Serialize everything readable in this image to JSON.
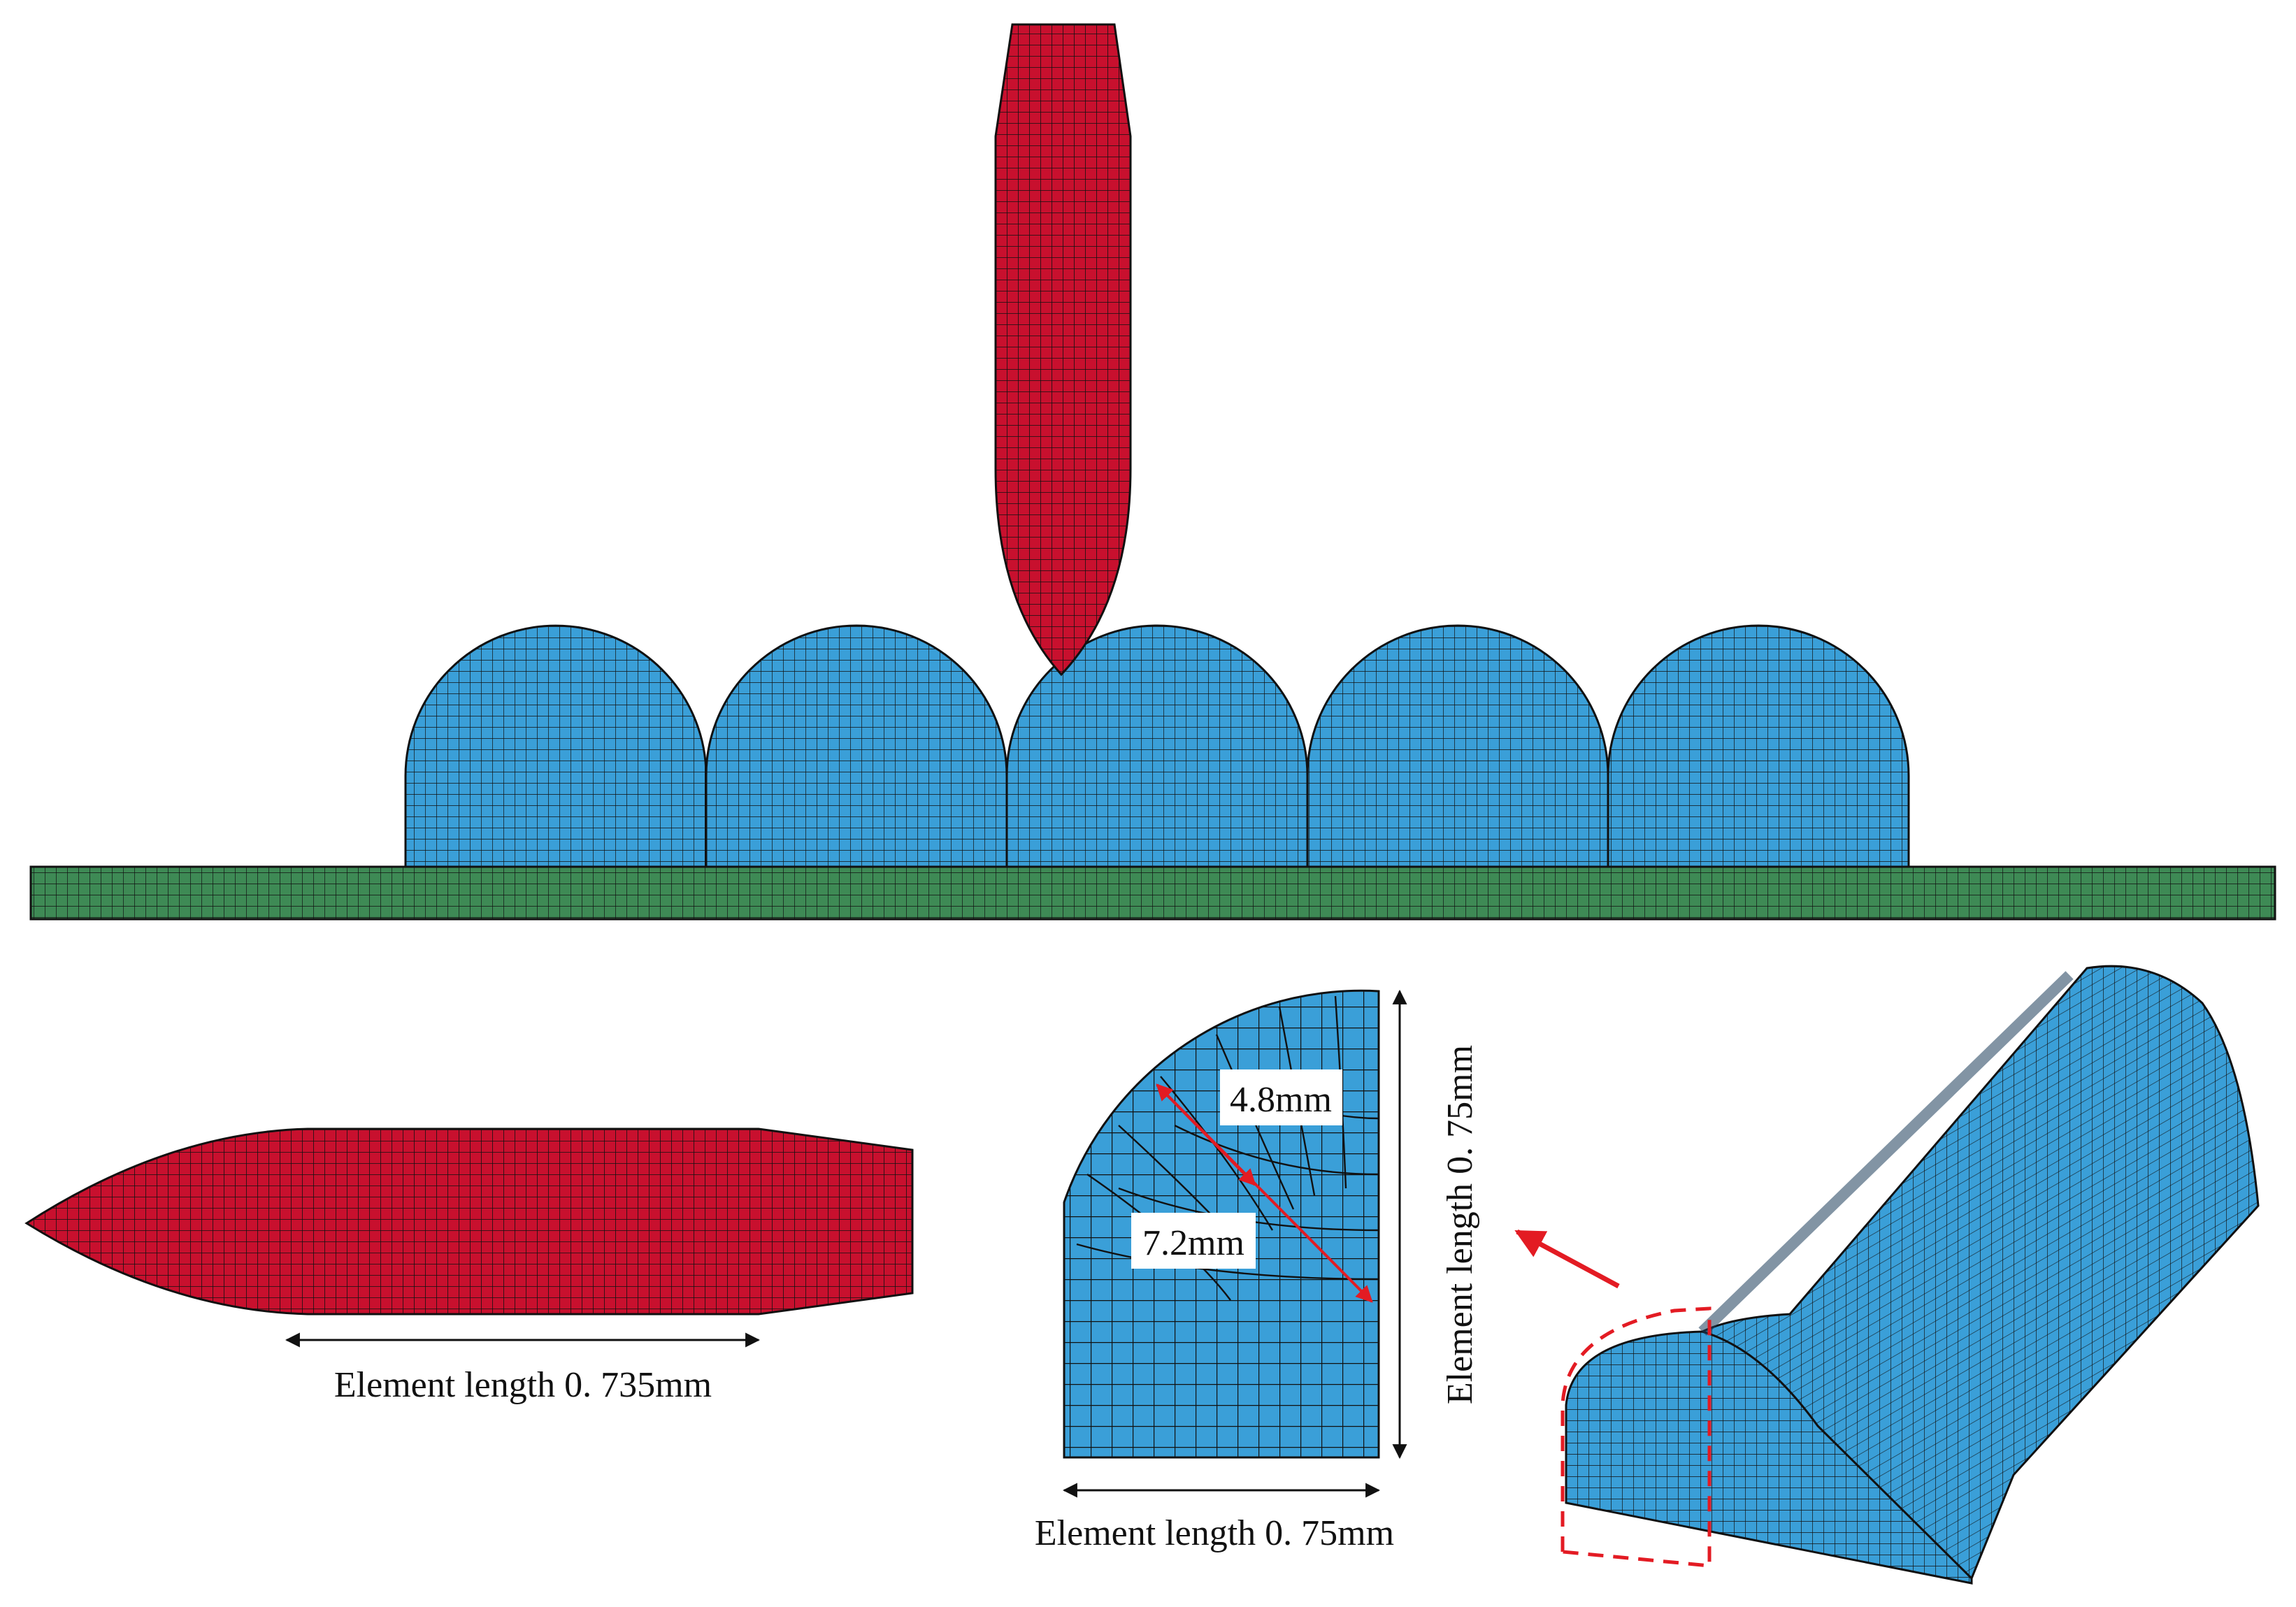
{
  "labels": {
    "projectile_length": "Element length 0. 735mm",
    "section_width": "Element length 0. 75mm",
    "section_height": "Element length 0. 75mm",
    "inner_radius": "4.8mm",
    "outer_radius": "7.2mm"
  },
  "colors": {
    "projectile": "#c8102e",
    "tube": "#3a9fd8",
    "plate": "#3e8a55",
    "mesh_line": "#111111",
    "highlight": "#e31b23",
    "background": "#ffffff"
  },
  "scene": {
    "tube_count": 5
  }
}
